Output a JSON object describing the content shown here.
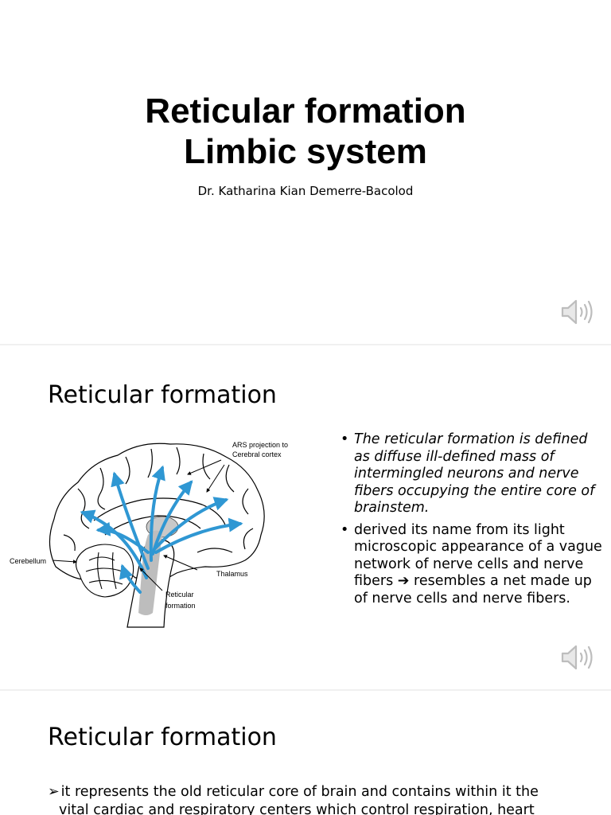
{
  "slide1": {
    "title_line1": "Reticular formation",
    "title_line2": "Limbic system",
    "author": "Dr. Katharina Kian Demerre-Bacolod",
    "audio_icon": "speaker-icon"
  },
  "slide2": {
    "title": "Reticular formation",
    "diagram": {
      "labels": {
        "ars": "ARS projection to",
        "ars2": "Cerebral cortex",
        "cerebellum": "Cerebellum",
        "thalamus": "Thalamus",
        "reticular": "Reticular",
        "formation": "formation"
      },
      "arrow_color": "#2f97d3"
    },
    "bullets": [
      {
        "text": "The reticular formation is defined as diffuse ill-defined mass of intermingled neurons and nerve fibers occupying the entire core of brainstem."
      },
      {
        "text_before": "derived its name from its light microscopic appearance of a vague network of nerve cells and nerve fibers ",
        "arrow": "➔",
        "text_after": " resembles a net made up of nerve cells and nerve fibers."
      }
    ],
    "audio_icon": "speaker-icon"
  },
  "slide3": {
    "title": "Reticular formation",
    "bullet_marker": "➢",
    "text_line1": "it represents the old reticular core of brain and contains within it the",
    "text_line2": "vital cardiac and respiratory centers which control respiration, heart"
  }
}
